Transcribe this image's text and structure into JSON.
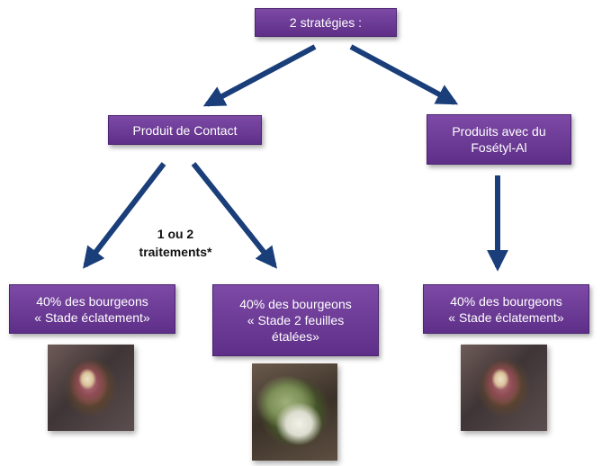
{
  "root": {
    "label": "2 stratégies :"
  },
  "branch_contact": {
    "label": "Produit de Contact"
  },
  "branch_fosetyl": {
    "lines": [
      "Produits avec du",
      "Fosétyl-Al"
    ]
  },
  "note": {
    "lines": [
      "1 ou 2",
      "traitements*"
    ]
  },
  "leaves": [
    {
      "lines": [
        "40% des bourgeons",
        "« Stade éclatement»"
      ],
      "photo": "bud-burst-photo"
    },
    {
      "lines": [
        "40% des bourgeons",
        "« Stade 2 feuilles",
        "étalées»"
      ],
      "photo": "two-leaves-photo"
    },
    {
      "lines": [
        "40% des bourgeons",
        "« Stade éclatement»"
      ],
      "photo": "bud-burst-photo"
    }
  ],
  "colors": {
    "box_fill": "#6a3a95",
    "box_text": "#ffffff",
    "arrow": "#1a3e7a"
  }
}
